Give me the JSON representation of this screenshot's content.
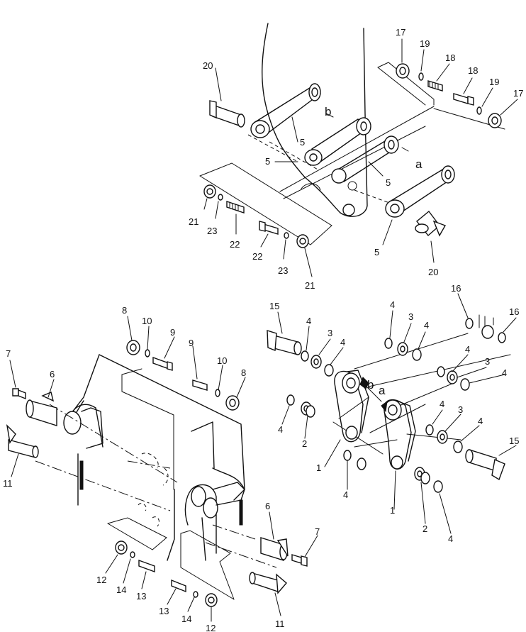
{
  "callouts": {
    "c1": "1",
    "c2": "2",
    "c4": "4",
    "c5": "5",
    "c6": "6",
    "c7": "7",
    "c8": "8",
    "c9": "9",
    "c10": "10",
    "c11": "11",
    "c12": "12",
    "c13": "13",
    "c14": "14",
    "c15": "15",
    "c16": "16",
    "c17": "17",
    "c18": "18",
    "c19": "19",
    "c20": "20",
    "c21": "21",
    "c22": "22",
    "c23": "23",
    "c3": "3"
  },
  "letters": {
    "a": "a",
    "b": "b"
  }
}
